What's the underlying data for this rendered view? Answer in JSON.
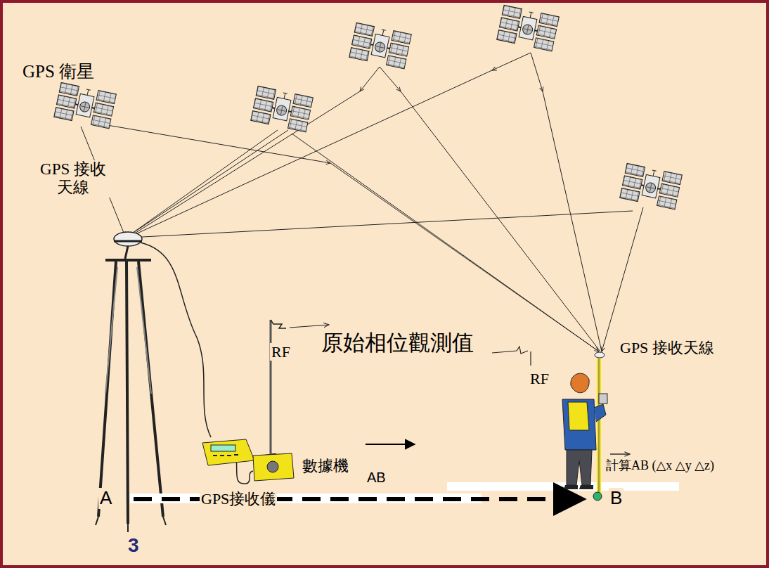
{
  "diagram": {
    "labels": [
      "GPS 衛星",
      "GPS 接收天線",
      "RF",
      "原始相位觀測值",
      "RF",
      "GPS 接收天線",
      "數據機",
      "GPS接收儀",
      "AB",
      "計算AB (△x △y △z)",
      "A",
      "B",
      "3"
    ]
  }
}
